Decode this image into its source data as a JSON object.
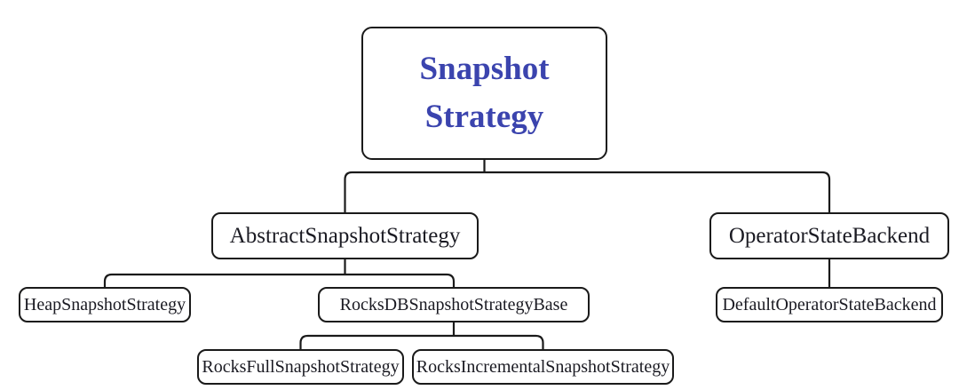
{
  "colors": {
    "root_text": "#3b44ae",
    "node_text": "#1a1a22",
    "border": "#1a1a1a",
    "bg": "#ffffff"
  },
  "nodes": {
    "snapshot_strategy": {
      "label": "Snapshot Strategy",
      "lines": [
        "Snapshot",
        "Strategy"
      ]
    },
    "abstract_snapshot_strategy": {
      "label": "AbstractSnapshotStrategy"
    },
    "operator_state_backend": {
      "label": "OperatorStateBackend"
    },
    "heap_snapshot_strategy": {
      "label": "HeapSnapshotStrategy"
    },
    "rocksdb_snapshot_strategy_base": {
      "label": "RocksDBSnapshotStrategyBase"
    },
    "default_operator_state_backend": {
      "label": "DefaultOperatorStateBackend"
    },
    "rocks_full_snapshot_strategy": {
      "label": "RocksFullSnapshotStrategy"
    },
    "rocks_incremental_snapshot_strategy": {
      "label": "RocksIncrementalSnapshotStrategy"
    }
  },
  "edges": [
    {
      "from": "Snapshot Strategy",
      "to": "AbstractSnapshotStrategy"
    },
    {
      "from": "Snapshot Strategy",
      "to": "OperatorStateBackend"
    },
    {
      "from": "AbstractSnapshotStrategy",
      "to": "HeapSnapshotStrategy"
    },
    {
      "from": "AbstractSnapshotStrategy",
      "to": "RocksDBSnapshotStrategyBase"
    },
    {
      "from": "RocksDBSnapshotStrategyBase",
      "to": "RocksFullSnapshotStrategy"
    },
    {
      "from": "RocksDBSnapshotStrategyBase",
      "to": "RocksIncrementalSnapshotStrategy"
    },
    {
      "from": "OperatorStateBackend",
      "to": "DefaultOperatorStateBackend"
    }
  ]
}
